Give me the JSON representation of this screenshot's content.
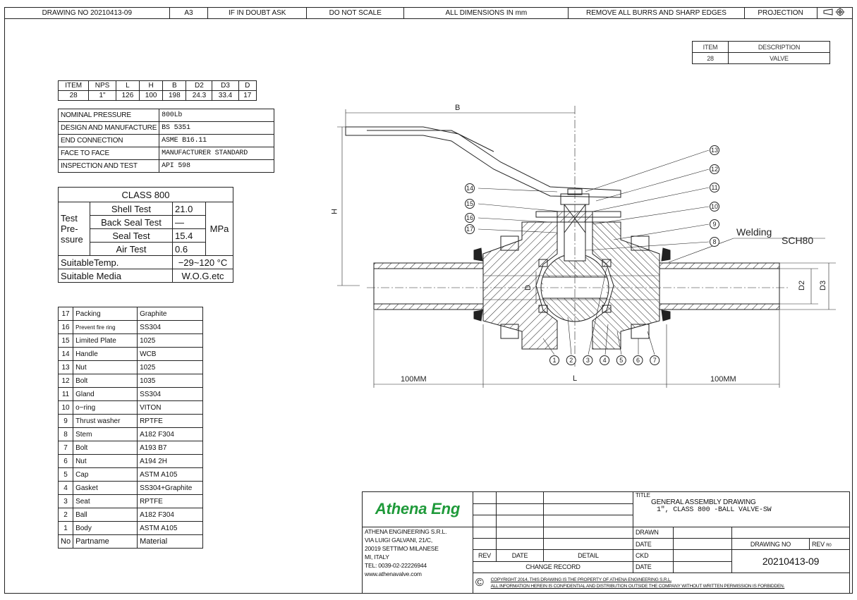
{
  "titlebar": {
    "drawing_no": "DRAWING NO  20210413-09",
    "size": "A3",
    "doubt": "IF IN DOUBT ASK",
    "scale": "DO NOT SCALE",
    "dims": "ALL DIMENSIONS IN mm",
    "burrs": "REMOVE ALL BURRS AND SHARP EDGES",
    "projection": "PROJECTION"
  },
  "item_desc": {
    "headers": [
      "ITEM",
      "DESCRIPTION"
    ],
    "row": [
      "28",
      "VALVE"
    ]
  },
  "dim_table": {
    "headers": [
      "ITEM",
      "NPS",
      "L",
      "H",
      "B",
      "D2",
      "D3",
      "D"
    ],
    "row": [
      "28",
      "1\"",
      "126",
      "100",
      "198",
      "24.3",
      "33.4",
      "17"
    ]
  },
  "spec_table": [
    [
      "NOMINAL PRESSURE",
      "800Lb"
    ],
    [
      "DESIGN AND MANUFACTURE",
      "BS 5351"
    ],
    [
      "END CONNECTION",
      "ASME B16.11"
    ],
    [
      "FACE TO FACE",
      "MANUFACTURER STANDARD"
    ],
    [
      "INSPECTION AND TEST",
      "API 598"
    ]
  ],
  "class_table": {
    "title": "CLASS 800",
    "test_label": "Test\nPre-\nssure",
    "tests": [
      [
        "Shell Test",
        "21.0"
      ],
      [
        "Back Seal Test",
        "—"
      ],
      [
        "Seal Test",
        "15.4"
      ],
      [
        "Air Test",
        "0.6"
      ]
    ],
    "unit": "MPa",
    "temp_label": "SuitableTemp.",
    "temp_value": "−29~120 °C",
    "media_label": "Suitable Media",
    "media_value": "W.O.G.etc"
  },
  "parts": [
    [
      "17",
      "Packing",
      "Graphite"
    ],
    [
      "16",
      "Prevent fire ring",
      "SS304"
    ],
    [
      "15",
      "Limited Plate",
      "1025"
    ],
    [
      "14",
      "Handle",
      "WCB"
    ],
    [
      "13",
      "Nut",
      "1025"
    ],
    [
      "12",
      "Bolt",
      "1035"
    ],
    [
      "11",
      "Gland",
      "SS304"
    ],
    [
      "10",
      "o−ring",
      "VITON"
    ],
    [
      "9",
      "Thrust washer",
      "RPTFE"
    ],
    [
      "8",
      "Stem",
      "A182  F304"
    ],
    [
      "7",
      "Bolt",
      "A193   B7"
    ],
    [
      "6",
      "Nut",
      "A194   2H"
    ],
    [
      "5",
      "Cap",
      "ASTM  A105"
    ],
    [
      "4",
      "Gasket",
      "SS304+Graphite"
    ],
    [
      "3",
      "Seat",
      "RPTFE"
    ],
    [
      "2",
      "Ball",
      "A182  F304"
    ],
    [
      "1",
      "Body",
      "ASTM  A105"
    ],
    [
      "No",
      "Partname",
      "Material"
    ]
  ],
  "drawing": {
    "dim_b": "B",
    "dim_h": "H",
    "dim_l": "L",
    "dim_d": "D",
    "dim_d2": "D2",
    "dim_d3": "D3",
    "left_pipe": "100MM",
    "right_pipe": "100MM",
    "welding": "Welding",
    "sch": "SCH80",
    "balloons_bottom": [
      "1",
      "2",
      "3",
      "4",
      "5",
      "6",
      "7"
    ],
    "balloons_right": [
      "13",
      "12",
      "11",
      "10",
      "9",
      "8"
    ],
    "balloons_left": [
      "14",
      "15",
      "16",
      "17"
    ]
  },
  "titleblock": {
    "logo": "Athena Eng",
    "company": "ATHENA ENGINEERING S.R.L.",
    "addr1": "VIA LUIGI GALVANI, 21/C,",
    "addr2": "20019 SETTIMO MILANESE",
    "addr3": "MI, ITALY",
    "tel": "TEL: 0039-02-22226944",
    "web": "www.athenavalve.com",
    "rev": "REV",
    "date": "DATE",
    "detail": "DETAIL",
    "change_record": "CHANGE RECORD",
    "title_label": "TITLE",
    "title1": "GENERAL ASSEMBLY DRAWING",
    "title2": "1\", CLASS 800 -BALL VALVE-SW",
    "drawn": "DRAWN",
    "date2": "DATE",
    "ckd": "CKD",
    "date3": "DATE",
    "drawing_no_label": "DRAWING NO",
    "rev_label": "REV",
    "rev_value": "R0",
    "drawing_no": "20210413-09",
    "copy1": "COPYRIGHT 2014, THIS DRAWING IS THE PROPERTY OF ATHENA ENGINEERING S.R.L.",
    "copy2": "ALL INFORMATION HEREIN IS CONFIDENTIAL AND DISTRIBUTION OUTSIDE THE COMPANY WITHOUT WRITTEN PERMISSION IS FORBIDDEN.",
    "copy_symbol": "©"
  },
  "colors": {
    "logo_green": "#1f9a3a",
    "line": "#222222"
  }
}
